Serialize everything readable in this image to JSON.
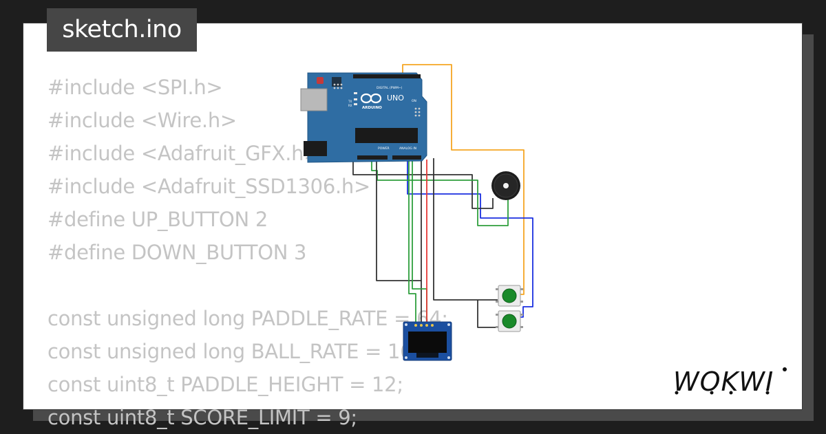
{
  "file_tab": {
    "label": "sketch.ino"
  },
  "code_lines": [
    "#include <SPI.h>",
    "#include <Wire.h>",
    "#include <Adafruit_GFX.h>",
    "#include <Adafruit_SSD1306.h>",
    "#define UP_BUTTON 2",
    "#define DOWN_BUTTON 3",
    "",
    "const unsigned long PADDLE_RATE = 64;",
    "const unsigned long BALL_RATE = 16;",
    "const uint8_t PADDLE_HEIGHT = 12;",
    "const uint8_t SCORE_LIMIT = 9;"
  ],
  "arduino": {
    "brand": "ARDUINO",
    "model": "UNO",
    "digital_label": "DIGITAL (PWM~)",
    "power_label": "POWER",
    "analog_label": "ANALOG IN",
    "on_label": "ON",
    "tx_label": "TX",
    "rx_label": "RX"
  },
  "brand": {
    "name": "WOKWI"
  },
  "colors": {
    "background": "#1e1e1e",
    "card": "#ffffff",
    "code_text": "#c4c4c4",
    "tab_bg": "#464646",
    "board_blue": "#2f6da3",
    "wire_orange": "#f5a623",
    "wire_green": "#2e9e3c",
    "wire_blue": "#1a2fe0",
    "wire_red": "#e53935",
    "wire_black": "#333333",
    "button_green": "#1a8a2a",
    "oled_blue": "#1b4fa0"
  }
}
